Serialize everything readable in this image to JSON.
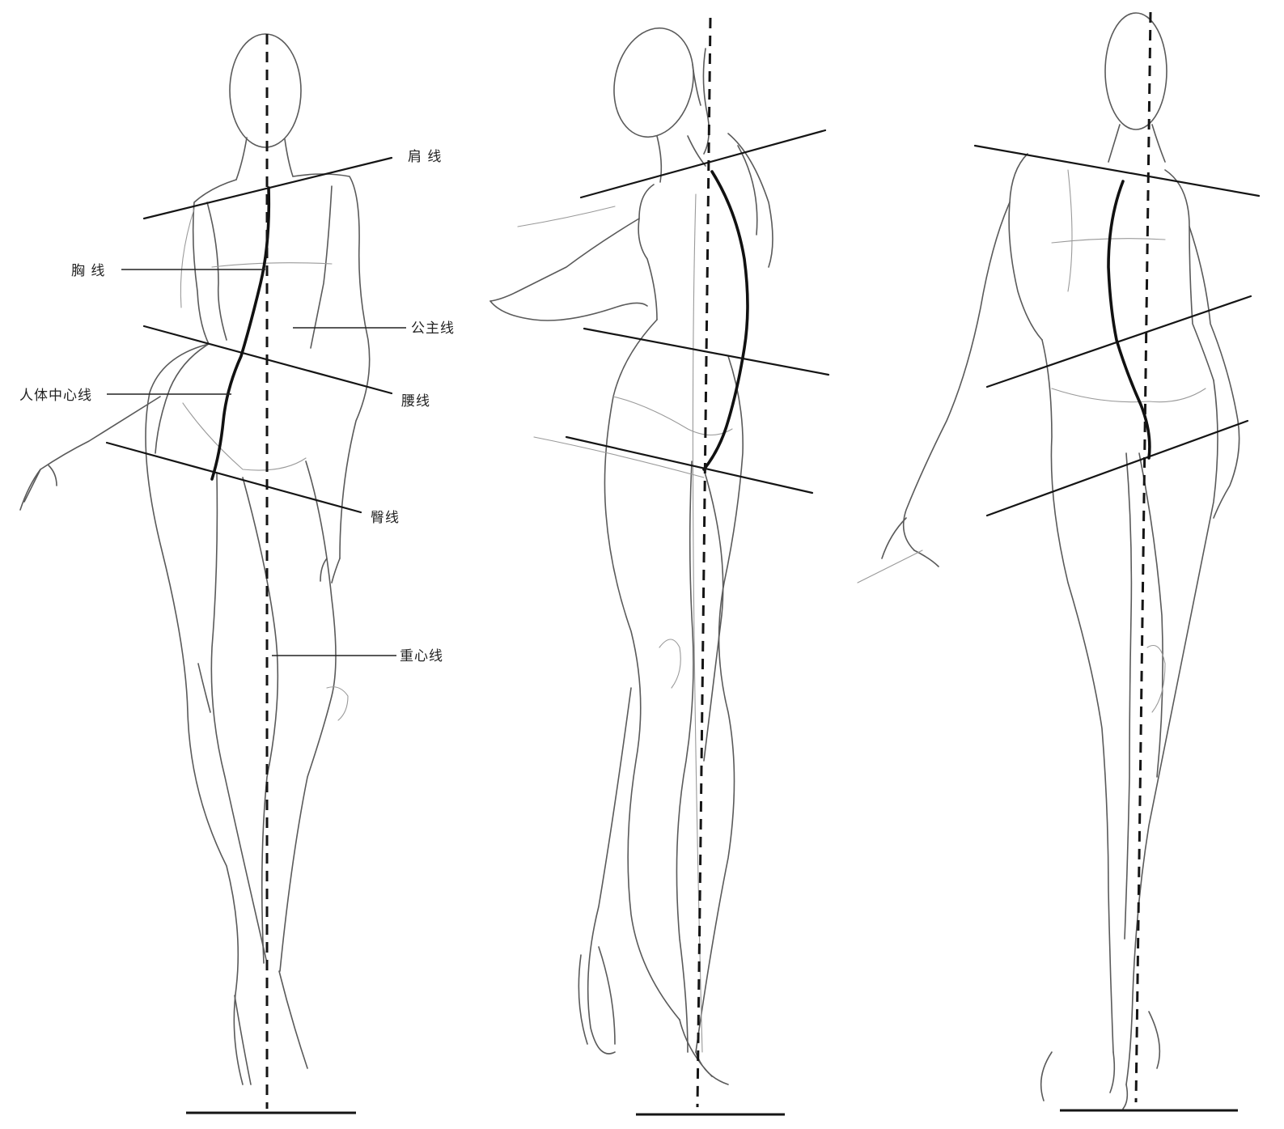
{
  "labels": {
    "shoulder_line": "肩 线",
    "chest_line": "胸 线",
    "princess_line": "公主线",
    "body_center_line": "人体中心线",
    "waist_line": "腰线",
    "hip_line": "臀线",
    "gravity_line": "重心线"
  },
  "figures": [
    "front-pose-figure",
    "twisted-pose-figure",
    "walking-pose-figure"
  ]
}
